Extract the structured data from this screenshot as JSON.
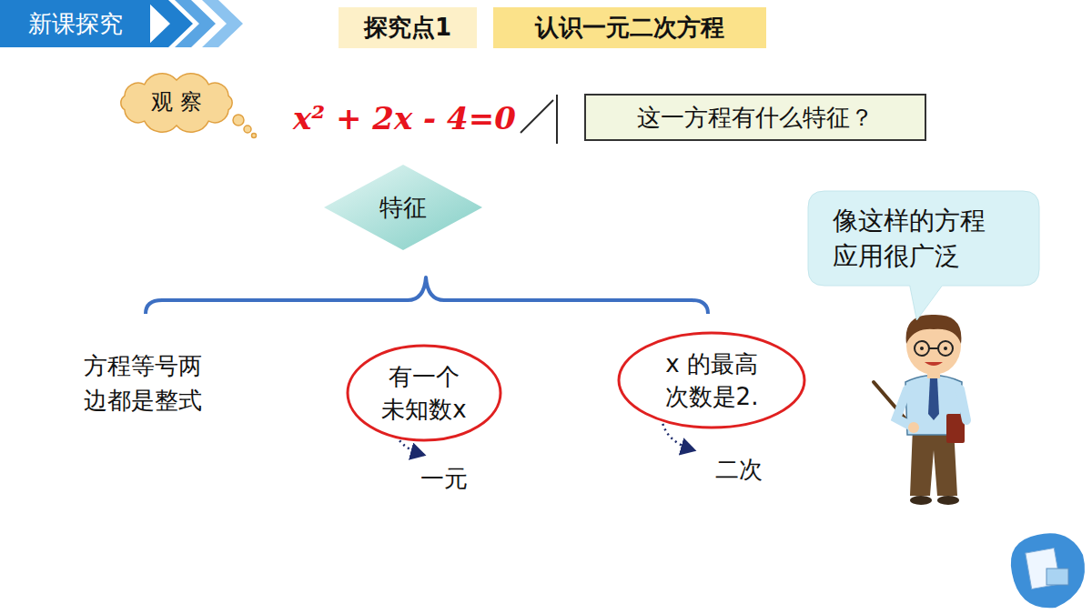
{
  "diagram": {
    "nodes": [
      {
        "text": [
          "新课探究"
        ]
      },
      {
        "text": [
          "探究点1"
        ]
      },
      {
        "text": [
          "认识一元二次方程"
        ]
      },
      {
        "text": [
          "观 察"
        ]
      },
      {
        "text": [
          "这一方程有什么特征？"
        ]
      },
      {
        "text": [
          "特征"
        ]
      },
      {
        "text": [
          "像这样的方程 应用很广泛"
        ]
      },
      {
        "text": [
          "有一个 未知数x"
        ]
      },
      {
        "text": [
          "x 的最高 次数是2."
        ]
      }
    ],
    "labels": [
      "x² + 2x - 4=0",
      "方程等号两 边都是整式",
      "一元",
      "二次"
    ]
  }
}
